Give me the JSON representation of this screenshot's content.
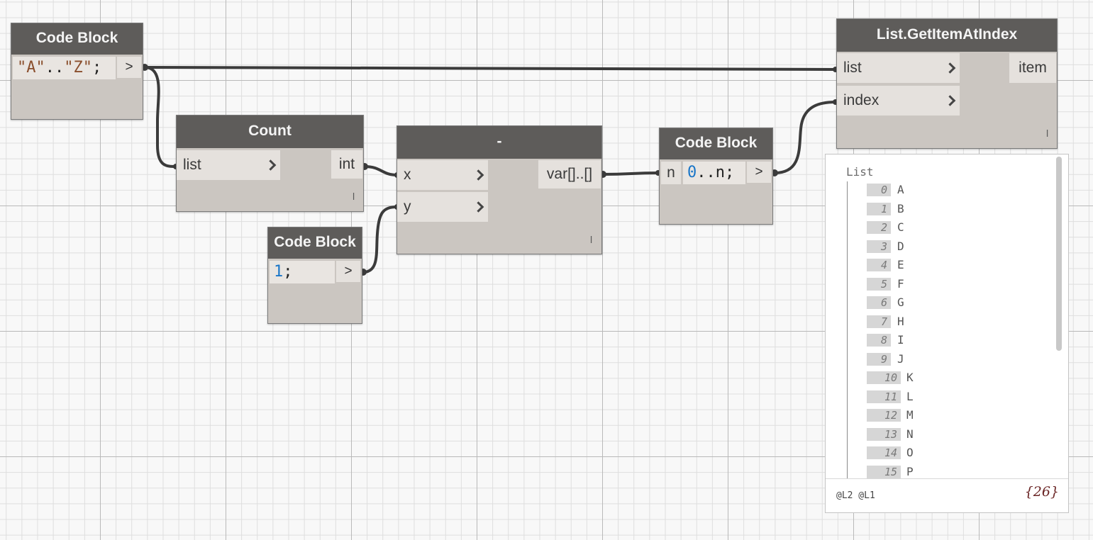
{
  "nodes": {
    "code_block_az": {
      "title": "Code Block",
      "code_a": "\"A\"",
      "code_sep": "..",
      "code_z": "\"Z\"",
      "code_end": ";",
      "output": ">"
    },
    "count": {
      "title": "Count",
      "input": "list",
      "output": "int",
      "lacing": "l"
    },
    "code_block_one": {
      "title": "Code Block",
      "code_num": "1",
      "code_end": ";",
      "output": ">"
    },
    "subtract": {
      "title": "-",
      "input_x": "x",
      "input_y": "y",
      "output": "var[]..[]",
      "lacing": "l"
    },
    "code_block_range": {
      "title": "Code Block",
      "input": "n",
      "code_num": "0",
      "code_rest": "..n;",
      "output": ">"
    },
    "get_item": {
      "title": "List.GetItemAtIndex",
      "input_list": "list",
      "input_index": "index",
      "output": "item",
      "lacing": "l"
    }
  },
  "preview": {
    "header": "List",
    "items": [
      {
        "index": "0",
        "value": "A"
      },
      {
        "index": "1",
        "value": "B"
      },
      {
        "index": "2",
        "value": "C"
      },
      {
        "index": "3",
        "value": "D"
      },
      {
        "index": "4",
        "value": "E"
      },
      {
        "index": "5",
        "value": "F"
      },
      {
        "index": "6",
        "value": "G"
      },
      {
        "index": "7",
        "value": "H"
      },
      {
        "index": "8",
        "value": "I"
      },
      {
        "index": "9",
        "value": "J"
      },
      {
        "index": "10",
        "value": "K"
      },
      {
        "index": "11",
        "value": "L"
      },
      {
        "index": "12",
        "value": "M"
      },
      {
        "index": "13",
        "value": "N"
      },
      {
        "index": "14",
        "value": "O"
      },
      {
        "index": "15",
        "value": "P"
      }
    ],
    "levels": "@L2 @L1",
    "count": "{26}"
  },
  "colors": {
    "node_header": "#5e5c5a",
    "node_body": "#cbc6c1",
    "port_bg": "#e5e1dd",
    "wire": "#3b3b3b",
    "number": "#1a76c8",
    "string": "#8a4e2c"
  }
}
